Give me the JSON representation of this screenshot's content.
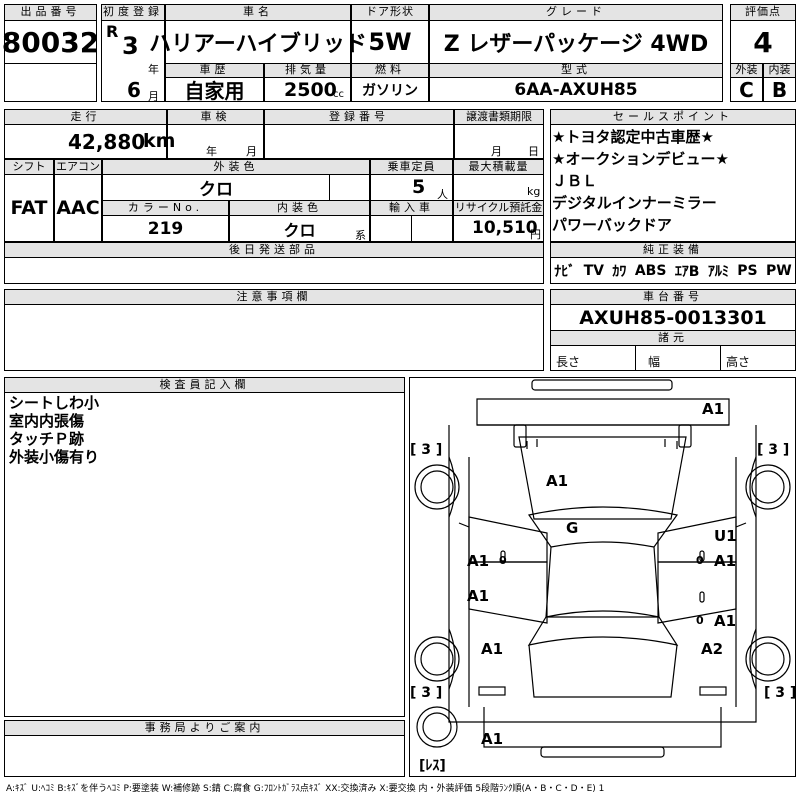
{
  "headers": {
    "lot_no": "出品番号",
    "first_reg": "初度登録",
    "car_name": "車名",
    "door": "ドア形状",
    "grade": "グレード",
    "score": "評価点",
    "history": "車歴",
    "displacement": "排気量",
    "fuel": "燃料",
    "model": "型式",
    "exterior": "外装",
    "interior": "内装",
    "mileage": "走行",
    "inspection": "車検",
    "reg_no": "登録番号",
    "transfer": "譲渡書類期限",
    "shift": "シフト",
    "aircon": "エアコン",
    "ext_color": "外装色",
    "capacity": "乗車定員",
    "max_load": "最大積載量",
    "color_no": "カラーNo.",
    "int_color": "内装色",
    "import": "輸入車",
    "recycle": "リサイクル預託金",
    "later_parts": "後日発送部品",
    "sales_points": "セールスポイント",
    "genuine": "純正装備",
    "notes": "注意事項欄",
    "chassis": "車台番号",
    "specs": "諸元",
    "inspector": "検査員記入欄",
    "office": "事務局よりご案内"
  },
  "vehicle": {
    "lot_no": "80032",
    "era": "R",
    "year": "3",
    "year_unit": "年",
    "month": "6",
    "month_unit": "月",
    "car_name": "ハリアーハイブリッド",
    "door": "5W",
    "grade": "Z レザーパッケージ 4WD",
    "score": "4",
    "history": "自家用",
    "displacement": "2500",
    "displacement_unit": "cc",
    "fuel": "ガソリン",
    "model": "6AA-AXUH85",
    "exterior_grade": "C",
    "interior_grade": "B",
    "mileage": "42,880",
    "mileage_unit": "km",
    "inspection_year_unit": "年",
    "inspection_month_unit": "月",
    "transfer_month_unit": "月",
    "transfer_day_unit": "日",
    "shift": "FAT",
    "aircon": "AAC",
    "ext_color": "クロ",
    "capacity": "5",
    "capacity_unit": "人",
    "max_load_unit": "kg",
    "color_no": "219",
    "int_color": "クロ",
    "int_color_unit": "系",
    "recycle": "10,510",
    "recycle_unit": "円",
    "chassis": "AXUH85-0013301",
    "spec_length": "長さ",
    "spec_width": "幅",
    "spec_height": "高さ"
  },
  "sales_points": [
    "★トヨタ認定中古車歴★",
    "★オークションデビュー★",
    "ＪＢＬ",
    "デジタルインナーミラー",
    "パワーバックドア"
  ],
  "genuine_equipment": [
    "ﾅﾋﾞ",
    "TV",
    "ｶﾜ",
    "ABS",
    "ｴｱB",
    "ｱﾙﾐ",
    "PS",
    "PW"
  ],
  "inspector_notes": [
    "シートしわ小",
    "室内内張傷",
    "タッチＰ跡",
    "外装小傷有り"
  ],
  "diagram": {
    "marks": {
      "front": "A1",
      "hood": "A1",
      "windshield": "G",
      "left_front_door": "A1",
      "left_front_door_zero": "0",
      "left_rear_door": "A1",
      "right_front_door_u": "U1",
      "right_front_door": "A1",
      "right_front_door_zero": "0",
      "right_rear_door": "A1",
      "right_rear_door_zero": "0",
      "left_rear_fender": "A1",
      "right_rear_fender": "A2",
      "rear": "A1"
    },
    "tire_labels": {
      "front_left": "[ 3 ]",
      "front_right": "[ 3 ]",
      "rear_left": "[ 3 ]",
      "rear_right": "[ 3 ]",
      "spare": "[ﾚｽ]"
    }
  },
  "legend": "A:ｷｽﾞ U:ﾍｺﾐ B:ｷｽﾞを伴うﾍｺﾐ P:要塗装 W:補修跡 S:錆 C:腐食 G:ﾌﾛﾝﾄｶﾞﾗｽ点ｷｽﾞ XX:交換済み X:要交換 内・外装評価 5段階ﾗﾝｸ順(A・B・C・D・E) 1"
}
